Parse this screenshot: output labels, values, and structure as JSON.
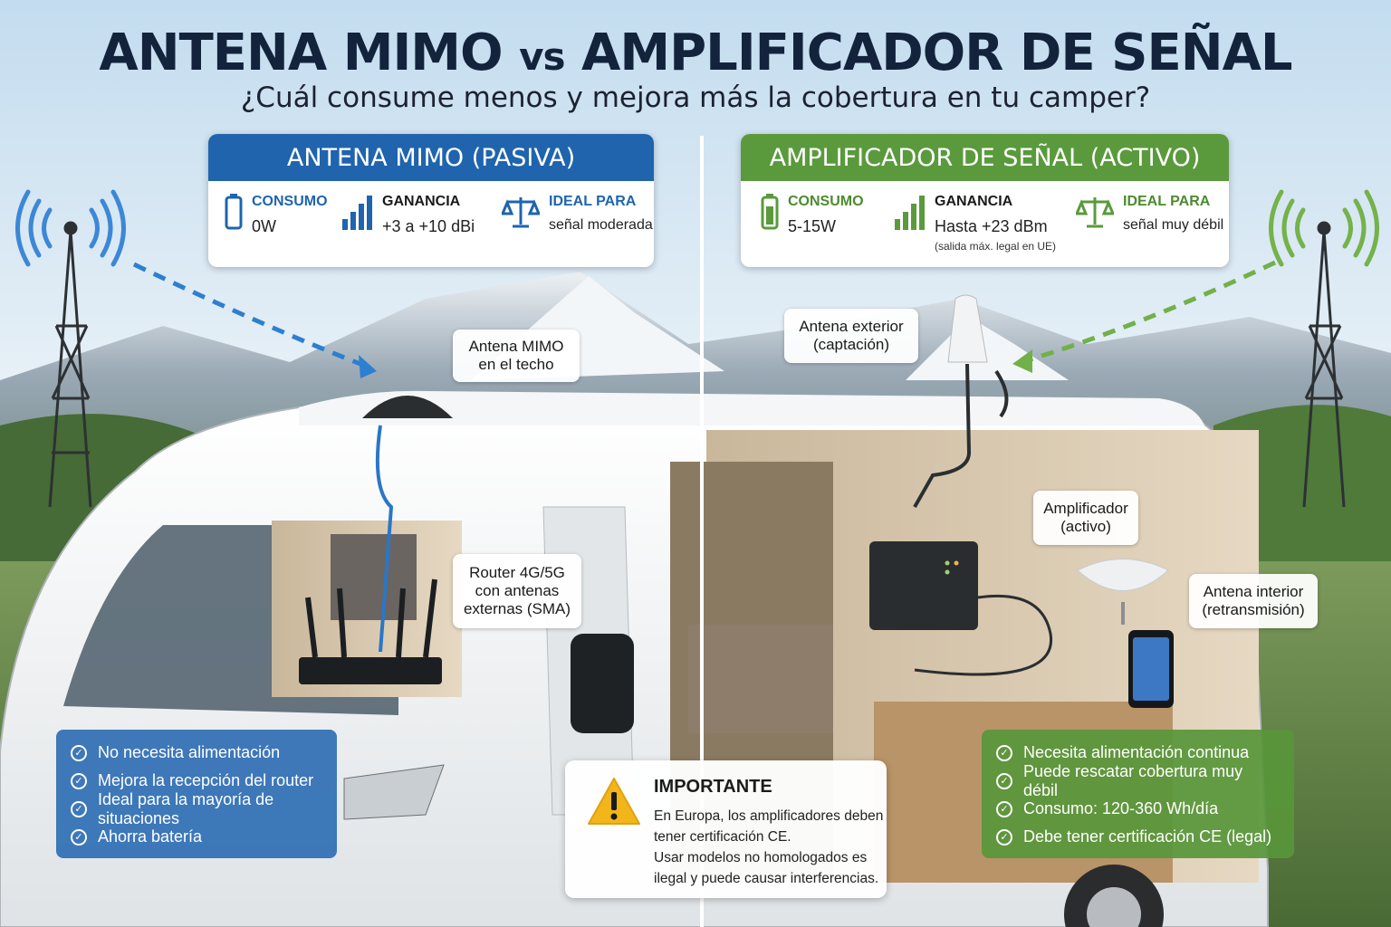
{
  "header": {
    "title_left": "ANTENA MIMO",
    "title_vs": "vs",
    "title_right": "AMPLIFICADOR DE SEÑAL",
    "subtitle": "¿Cuál consume menos y mejora más la cobertura en tu camper?"
  },
  "colors": {
    "blue": "#1f64ad",
    "green": "#5a9a3c",
    "warning": "#f2b51a",
    "title": "#13233c"
  },
  "left_panel": {
    "heading": "ANTENA MIMO (PASIVA)",
    "consumo_label": "CONSUMO",
    "consumo_value": "0W",
    "ganancia_label": "GANANCIA",
    "ganancia_value": "+3 a +10 dBi",
    "ideal_label": "IDEAL PARA",
    "ideal_value": "señal moderada"
  },
  "right_panel": {
    "heading": "AMPLIFICADOR DE SEÑAL (ACTIVO)",
    "consumo_label": "CONSUMO",
    "consumo_value": "5-15W",
    "ganancia_label": "GANANCIA",
    "ganancia_value": "Hasta +23 dBm",
    "ganancia_note": "(salida máx. legal en UE)",
    "ideal_label": "IDEAL PARA",
    "ideal_value": "señal muy débil"
  },
  "callouts": {
    "mimo_roof": [
      "Antena MIMO",
      "en el techo"
    ],
    "router": [
      "Router 4G/5G",
      "con antenas",
      "externas (SMA)"
    ],
    "antena_exterior": [
      "Antena exterior",
      "(captación)"
    ],
    "amplificador": [
      "Amplificador",
      "(activo)"
    ],
    "antena_interior": [
      "Antena interior",
      "(retransmisión)"
    ]
  },
  "left_benefits": [
    "No necesita alimentación",
    "Mejora la recepción del router",
    "Ideal para la mayoría de situaciones",
    "Ahorra batería"
  ],
  "right_benefits": [
    "Necesita alimentación continua",
    "Puede rescatar cobertura muy débil",
    "Consumo: 120-360 Wh/día",
    "Debe tener certificación CE (legal)"
  ],
  "warning": {
    "title": "IMPORTANTE",
    "line1": "En Europa, los amplificadores deben",
    "line2": "tener certificación CE.",
    "line3": "Usar modelos no homologados es",
    "line4": "ilegal y puede causar interferencias."
  }
}
